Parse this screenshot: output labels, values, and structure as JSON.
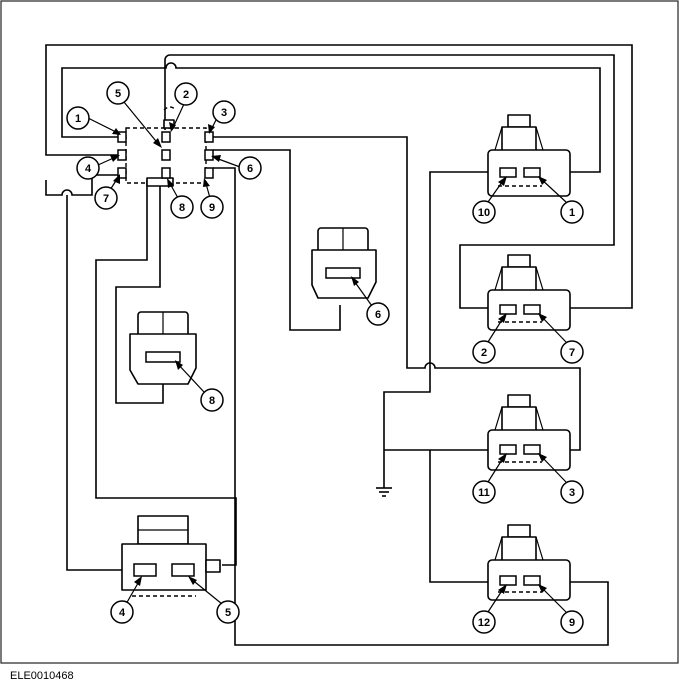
{
  "figure_code": "ELE0010468",
  "callouts": {
    "main_1": "1",
    "main_2": "2",
    "main_3": "3",
    "main_4": "4",
    "main_5": "5",
    "main_6": "6",
    "main_7": "7",
    "main_8": "8",
    "main_9": "9",
    "conn6": "6",
    "conn8": "8",
    "sw_a_left": "10",
    "sw_a_right": "1",
    "sw_b_left": "2",
    "sw_b_right": "7",
    "sw_c_left": "11",
    "sw_c_right": "3",
    "sw_d_left": "12",
    "sw_d_right": "9",
    "motor_left": "4",
    "motor_right": "5"
  },
  "colors": {
    "line": "#000000",
    "background": "#ffffff"
  }
}
